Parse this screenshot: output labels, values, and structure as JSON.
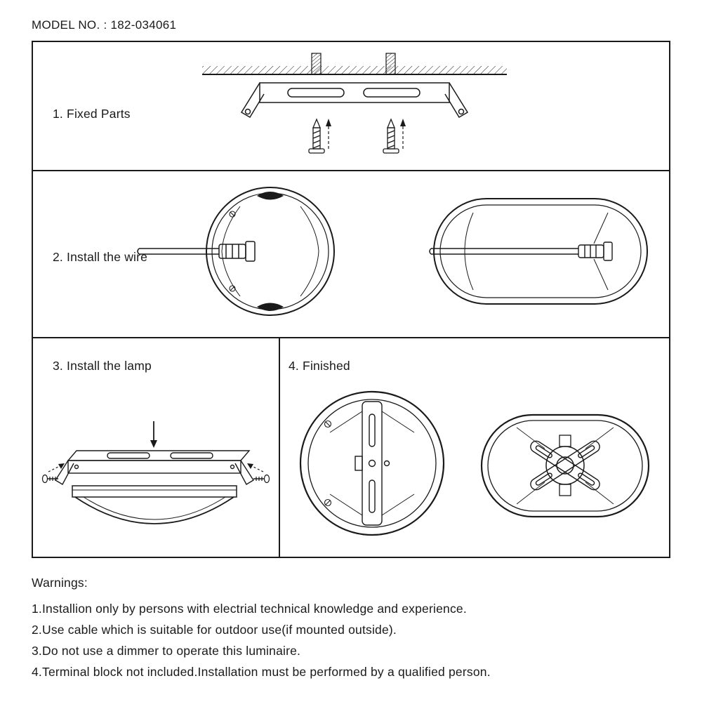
{
  "document": {
    "model_no": "MODEL NO. : 182-034061"
  },
  "steps": {
    "step1": {
      "label": "1. Fixed Parts"
    },
    "step2": {
      "label": "2. Install the wire"
    },
    "step3": {
      "label": "3. Install the lamp"
    },
    "step4": {
      "label": "4. Finished"
    }
  },
  "diagrams": {
    "step1": "ceiling-with-anchors-mounting-bracket-and-screws",
    "step2_left": "round-base-with-cable-gland-wire",
    "step2_right": "oval-base-with-cable-gland-wire",
    "step3": "lamp-side-view-mounting-onto-bracket",
    "step4_left": "round-bulkhead-lamp-back-view",
    "step4_right": "oval-bulkhead-lamp-back-view"
  },
  "warnings": {
    "title": "Warnings:",
    "items": [
      "1.Installion only by persons with electrial technical knowledge and experience.",
      "2.Use cable which is suitable for outdoor use(if mounted outside).",
      "3.Do not use a dimmer to operate this luminaire.",
      "4.Terminal block not included.Installation must be performed by a qualified person."
    ]
  },
  "colors": {
    "ink": "#1a1a1a",
    "background": "#ffffff"
  }
}
